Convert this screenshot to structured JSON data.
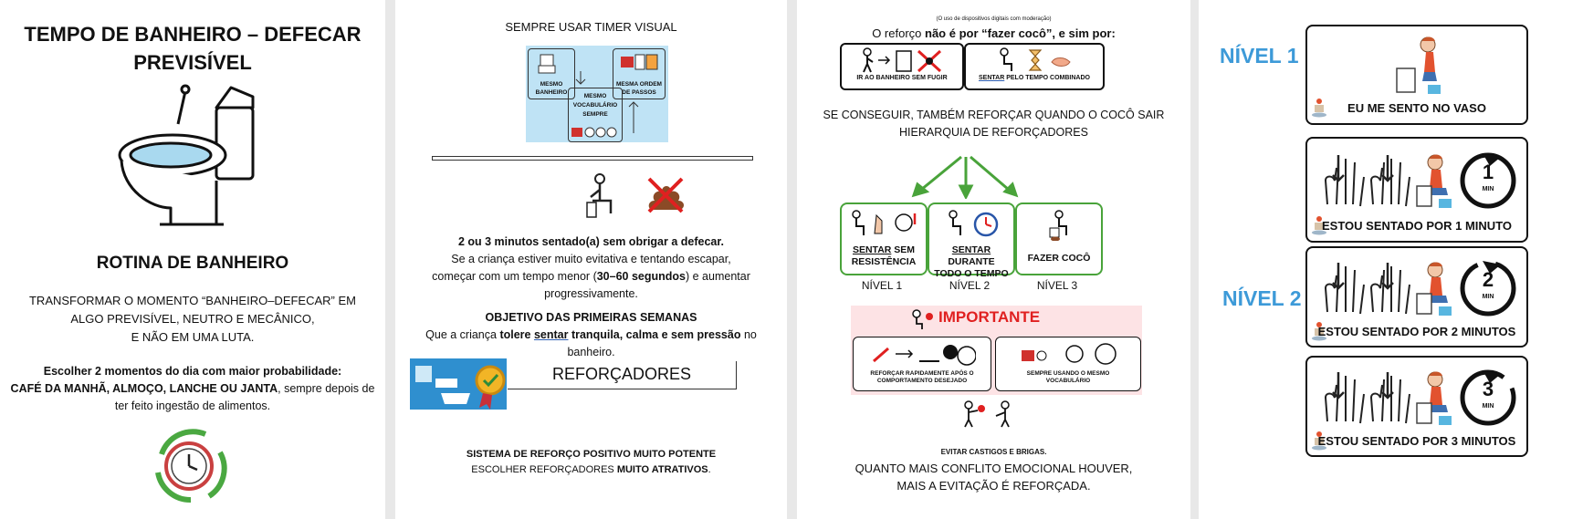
{
  "page1": {
    "title_line1": "TEMPO DE BANHEIRO – DEFECAR",
    "title_line2": "PREVISÍVEL",
    "toilet_icon": "toilet-icon",
    "subtitle": "ROTINA DE BANHEIRO",
    "intro_line1": "TRANSFORMAR O MOMENTO “BANHEIRO–DEFECAR” EM",
    "intro_line2": "ALGO PREVISÍVEL, NEUTRO E MECÂNICO,",
    "intro_line3": "E NÃO EM UMA LUTA.",
    "moments_title": "Escolher 2 momentos do dia com maior probabilidade:",
    "moments_meals": "CAFÉ DA MANHÃ, ALMOÇO, LANCHE OU JANTA",
    "moments_rest1": ", sempre depois de",
    "moments_rest2": "ter feito ingestão de alimentos.",
    "clock_icon": "cycle-clock-icon"
  },
  "page2": {
    "timer_title": "SEMPRE USAR TIMER VISUAL",
    "diagram_labels": {
      "a": "MESMO",
      "b": "BANHEIRO",
      "c": "MESMA ORDEM",
      "d": "DE PASSOS",
      "e": "MESMO",
      "f": "VOCABULÁRIO",
      "g": "SEMPRE"
    },
    "sit_line_bold": "2 ou 3 minutos sentado(a) sem obrigar a defecar.",
    "sit_line2": "Se a criança estiver muito evitativa e tentando escapar,",
    "sit_line3a": "começar com um tempo menor (",
    "sit_line3b": "30–60 segundos",
    "sit_line3c": ") e aumentar",
    "sit_line4": "progressivamente.",
    "objective_title": "OBJETIVO DAS PRIMEIRAS SEMANAS",
    "obj_a": "Que a criança ",
    "obj_b": "tolere ",
    "obj_c": "sentar",
    "obj_d": " tranquila, calma e sem pressão",
    "obj_e": " no",
    "obj_f": "banheiro.",
    "reinforcers_heading": "REFORÇADORES",
    "system_title": "SISTEMA DE REFORÇO POSITIVO MUITO POTENTE",
    "choose_a": "ESCOLHER REFORÇADORES ",
    "choose_b": "MUITO ATRATIVOS",
    "choose_c": "."
  },
  "page3": {
    "digital_note": "(O uso de dispositivos digitais com moderação)",
    "reinforce_a": "O reforço ",
    "reinforce_b": "não é por “fazer cocô”",
    "reinforce_c": ", e sim por:",
    "go_label": "IR AO BANHEIRO SEM FUGIR",
    "sit_combined_a": "SENTAR",
    "sit_combined_b": " PELO TEMPO COMBINADO",
    "also_line1": "SE CONSEGUIR, TAMBÉM REFORÇAR QUANDO O COCÔ SAIR",
    "also_line2": "HIERARQUIA DE REFORÇADORES",
    "lvl_boxes": [
      {
        "a": "SENTAR",
        "b": " SEM",
        "c": "RESISTÊNCIA",
        "level": "NÍVEL 1"
      },
      {
        "a": "SENTAR",
        "b": " DURANTE",
        "c": "TODO O TEMPO",
        "level": "NÍVEL 2"
      },
      {
        "a": "",
        "b": "FAZER COCÔ",
        "c": "",
        "level": "NÍVEL 3"
      }
    ],
    "important_label": "IMPORTANTE",
    "imp_left_1": "REFORÇAR RAPIDAMENTE APÓS O",
    "imp_left_2": "COMPORTAMENTO DESEJADO",
    "imp_right_1": "SEMPRE USANDO O MESMO",
    "imp_right_2": "VOCABULÁRIO",
    "avoid_label": "EVITAR CASTIGOS E BRIGAS.",
    "conflict_line1": "QUANTO MAIS CONFLITO EMOCIONAL HOUVER,",
    "conflict_line2": "MAIS A EVITAÇÃO É REFORÇADA.",
    "colors": {
      "green": "#49a33a",
      "red": "#e02020",
      "pink": "#f9d3d6"
    }
  },
  "page4": {
    "level1": "NÍVEL 1",
    "level2": "NÍVEL 2",
    "cards": [
      {
        "caption": "EU ME SENTO NO VASO"
      },
      {
        "caption": "ESTOU SENTADO POR 1 MINUTO",
        "num": "1",
        "unit": "MIN"
      },
      {
        "caption": "ESTOU SENTADO POR 2 MINUTOS",
        "num": "2",
        "unit": "MIN"
      },
      {
        "caption": "ESTOU SENTADO POR 3 MINUTOS",
        "num": "3",
        "unit": "MIN"
      }
    ],
    "colors": {
      "level": "#3d9ad8"
    }
  }
}
